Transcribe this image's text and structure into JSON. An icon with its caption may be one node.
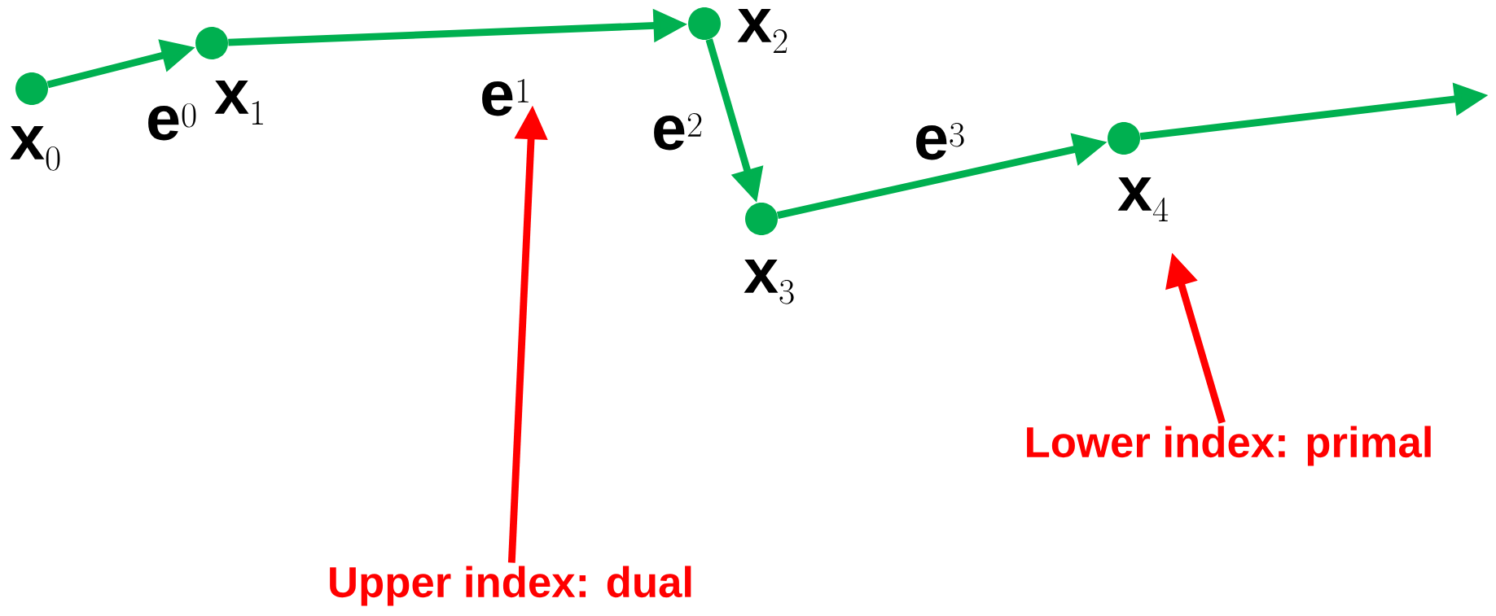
{
  "diagram": {
    "nodes": [
      {
        "text": [],
        "shape": "circle",
        "beside": [
          "\\mathbf{x}_0"
        ]
      },
      {
        "text": [],
        "shape": "circle",
        "beside": [
          "\\mathbf{x}_1"
        ]
      },
      {
        "text": [],
        "shape": "circle",
        "beside": [
          "\\mathbf{x}_2"
        ]
      },
      {
        "text": [],
        "shape": "circle",
        "beside": [
          "\\mathbf{x}_3"
        ]
      },
      {
        "text": [],
        "shape": "circle",
        "beside": [
          "\\mathbf{x}_4"
        ]
      },
      {
        "text": [
          "Upper index: dual"
        ]
      },
      {
        "text": [
          "Lower index: primal"
        ]
      }
    ],
    "edges": [
      {
        "from": 0,
        "to": 1,
        "arrow": "to",
        "label": "\\mathbf{e}^0"
      },
      {
        "from": 1,
        "to": 2,
        "arrow": "to",
        "label": "\\mathbf{e}^1"
      },
      {
        "from": 2,
        "to": 3,
        "arrow": "to",
        "label": "\\mathbf{e}^2"
      },
      {
        "from": 3,
        "to": 4,
        "arrow": "to",
        "label": "\\mathbf{e}^3"
      },
      {
        "from": 4,
        "to": null,
        "arrow": "to"
      },
      {
        "from": 5,
        "to": null,
        "arrow": "to",
        "color": "#ff0000"
      },
      {
        "from": 6,
        "to": null,
        "arrow": "to",
        "color": "#ff0000"
      }
    ]
  }
}
